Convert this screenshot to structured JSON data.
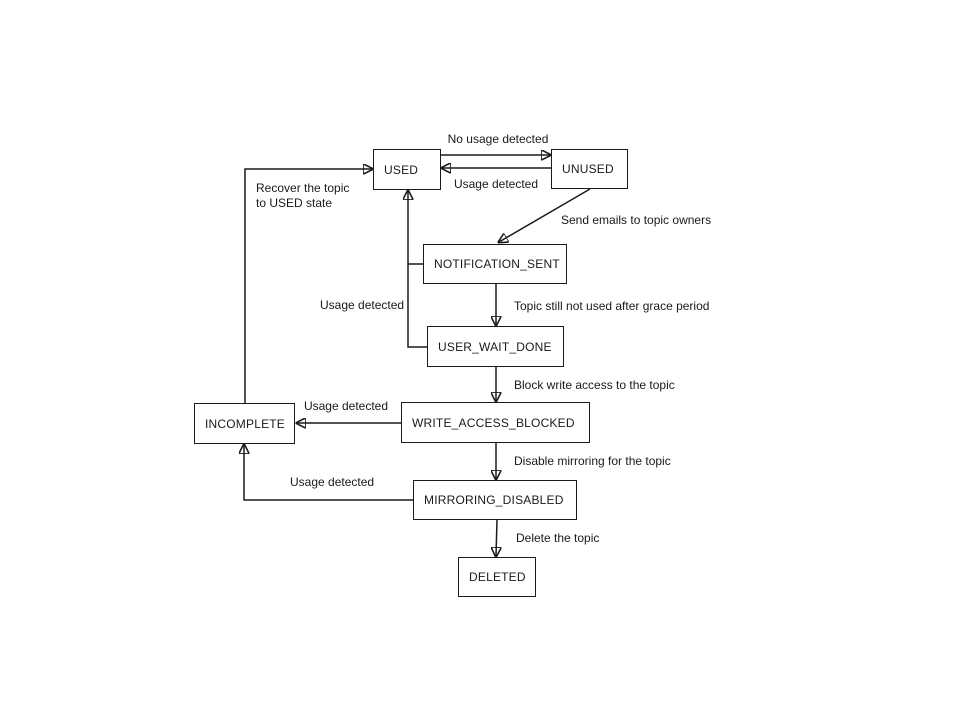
{
  "diagram": {
    "type": "state-diagram",
    "colors": {
      "background": "#ffffff",
      "stroke": "#1a1a1a",
      "text": "#1a1a1a",
      "node_fill": "#ffffff"
    },
    "nodes": [
      {
        "id": "used",
        "label": "USED"
      },
      {
        "id": "unused",
        "label": "UNUSED"
      },
      {
        "id": "notification_sent",
        "label": "NOTIFICATION_SENT"
      },
      {
        "id": "user_wait_done",
        "label": "USER_WAIT_DONE"
      },
      {
        "id": "write_access_blocked",
        "label": "WRITE_ACCESS_BLOCKED"
      },
      {
        "id": "incomplete",
        "label": "INCOMPLETE"
      },
      {
        "id": "mirroring_disabled",
        "label": "MIRRORING_DISABLED"
      },
      {
        "id": "deleted",
        "label": "DELETED"
      }
    ],
    "edges": [
      {
        "from": "used",
        "to": "unused",
        "label": "No usage detected"
      },
      {
        "from": "unused",
        "to": "used",
        "label": "Usage detected"
      },
      {
        "from": "unused",
        "to": "notification_sent",
        "label": "Send emails to topic owners"
      },
      {
        "from": "notification_sent",
        "to": "user_wait_done",
        "label": "Topic still not used after grace period"
      },
      {
        "from": "user_wait_done",
        "to": "write_access_blocked",
        "label": "Block write access to the topic"
      },
      {
        "from": "write_access_blocked",
        "to": "mirroring_disabled",
        "label": "Disable mirroring for the topic"
      },
      {
        "from": "mirroring_disabled",
        "to": "deleted",
        "label": "Delete the topic"
      },
      {
        "from": "write_access_blocked",
        "to": "incomplete",
        "label": "Usage detected"
      },
      {
        "from": "notification_sent & user_wait_done",
        "to": "used",
        "label": "Usage detected"
      },
      {
        "from": "incomplete",
        "to": "used",
        "label": "Recover the topic\nto USED state"
      },
      {
        "from": "mirroring_disabled",
        "to": "incomplete",
        "label": "Usage detected"
      }
    ]
  }
}
